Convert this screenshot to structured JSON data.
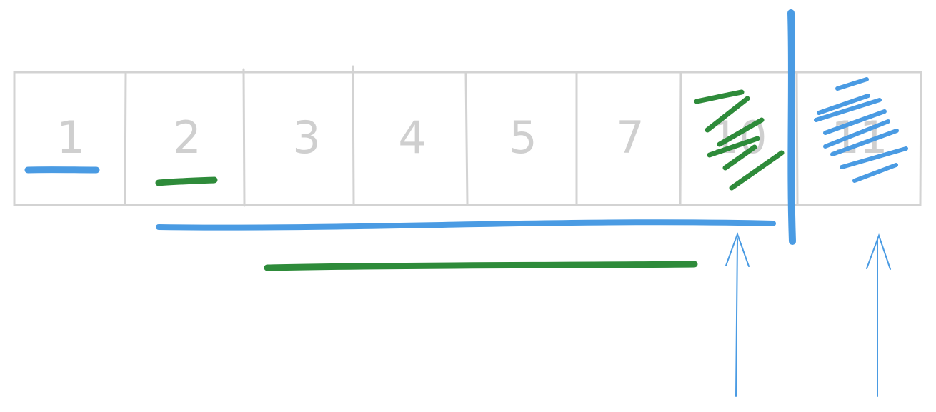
{
  "array": {
    "cells": [
      {
        "label": "1"
      },
      {
        "label": "2"
      },
      {
        "label": "3"
      },
      {
        "label": "4"
      },
      {
        "label": "5"
      },
      {
        "label": "7"
      },
      {
        "label": "10"
      },
      {
        "label": "11"
      }
    ]
  },
  "colors": {
    "grid": "#d3d3d3",
    "text": "#cfcfcf",
    "blue": "#4a9be3",
    "green": "#2e8b3a"
  }
}
